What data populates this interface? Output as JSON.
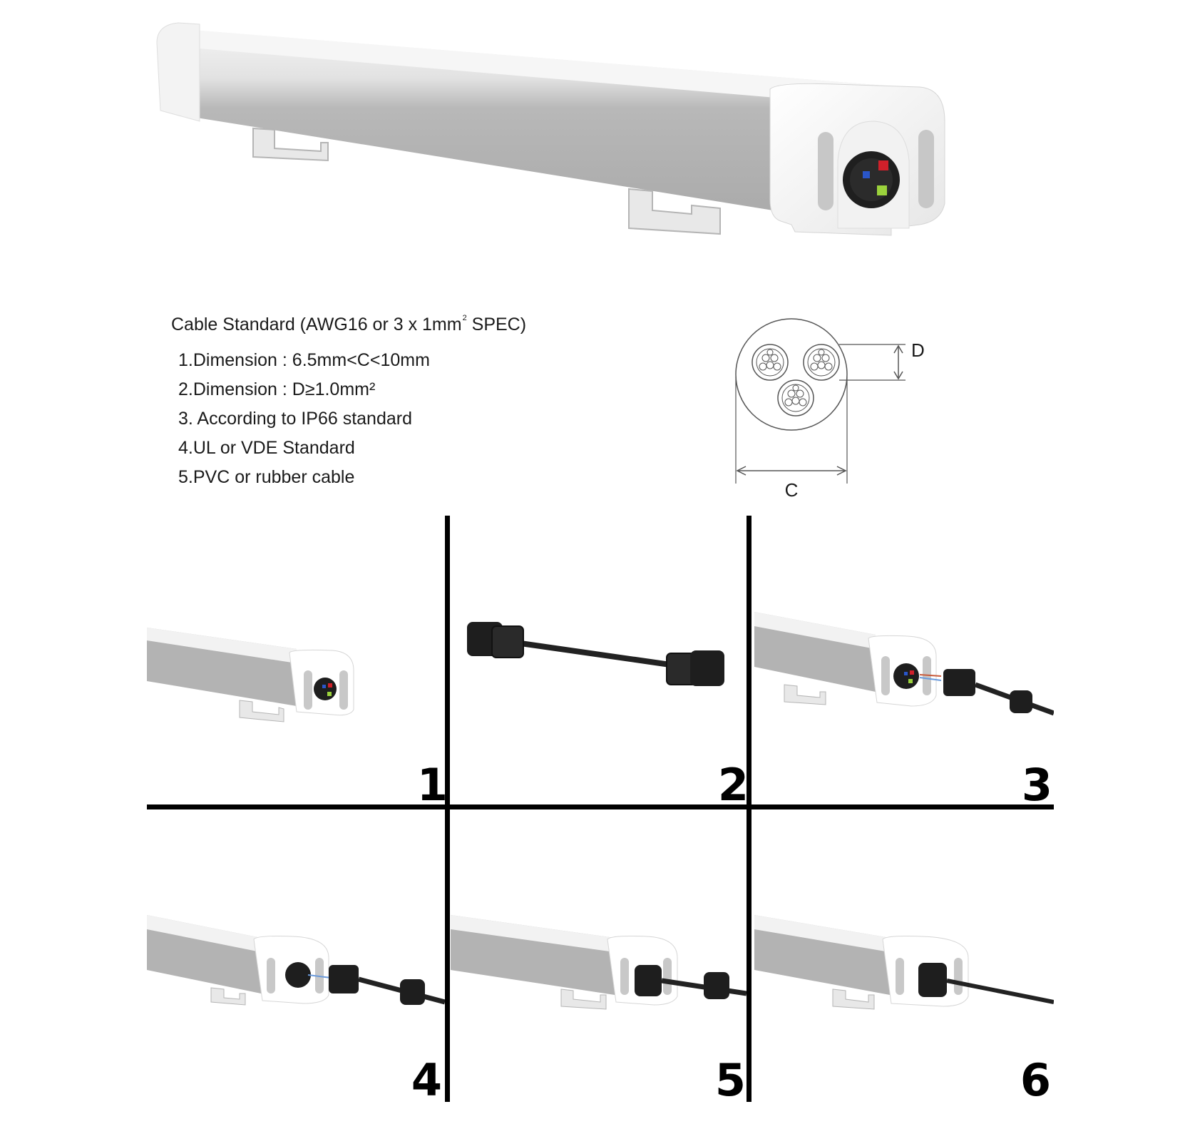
{
  "cable_spec": {
    "title_prefix": "Cable Standard (AWG16 or 3 x 1mm",
    "title_sup": "2",
    "title_suffix": " SPEC)",
    "items": [
      "1.Dimension : 6.5mm<C<10mm",
      "2.Dimension : D≥1.0mm²",
      "3. According to IP66 standard",
      "4.UL or VDE Standard",
      "5.PVC or rubber cable"
    ]
  },
  "cross_section": {
    "label_d": "D",
    "label_c": "C"
  },
  "steps": [
    "1",
    "2",
    "3",
    "4",
    "5",
    "6"
  ]
}
